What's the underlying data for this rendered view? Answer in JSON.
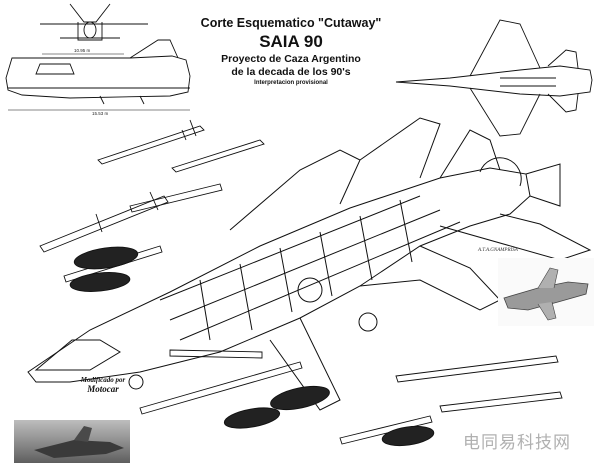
{
  "title": {
    "line1": "Corte Esquematico \"Cutaway\"",
    "line2": "SAIA 90",
    "line3": "Proyecto de Caza Argentino",
    "line4": "de la decada de los 90's",
    "line5": "Interpretacion provisional"
  },
  "dimensions": {
    "span": "10.95 m",
    "length": "15.53 m"
  },
  "credit": {
    "label": "Modificado por",
    "author": "Motocar"
  },
  "artist_signature": "A.T.A.GNAMPRISA",
  "watermark": "电同易科技网",
  "colors": {
    "ink": "#111111",
    "paper": "#ffffff",
    "watermark": "#969696"
  },
  "icons": [
    "top-view-aircraft",
    "side-view-aircraft",
    "plan-view-aircraft",
    "cutaway-aircraft",
    "missile",
    "bomb"
  ]
}
